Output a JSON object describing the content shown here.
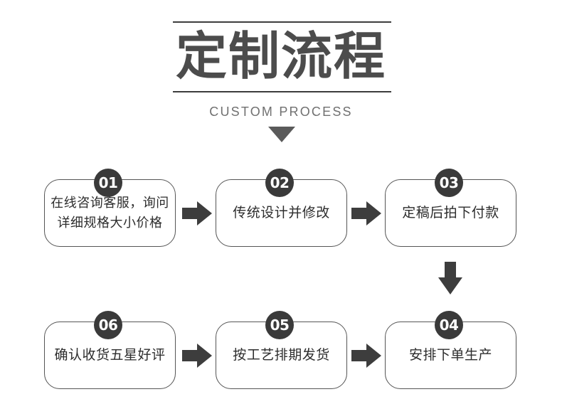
{
  "header": {
    "title": "定制流程",
    "subtitle": "CUSTOM PROCESS",
    "caret_icon": "triangle-down-icon",
    "rule_color": "#3d3d3d",
    "title_color": "#4c4c4c",
    "subtitle_color": "#707070"
  },
  "theme": {
    "background": "#ffffff",
    "box_border": "#555555",
    "badge_background": "#3a3a3a",
    "badge_text": "#ffffff",
    "arrow_color": "#3d3d3d",
    "body_text": "#2d2d2d"
  },
  "flow": {
    "row1": [
      {
        "number": "01",
        "text": "在线咨询客服，询问\n详细规格大小价格",
        "lines": 2
      },
      {
        "number": "02",
        "text": "传统设计并修改",
        "lines": 1
      },
      {
        "number": "03",
        "text": "定稿后拍下付款",
        "lines": 1
      }
    ],
    "row2": [
      {
        "number": "06",
        "text": "确认收货五星好评",
        "lines": 1
      },
      {
        "number": "05",
        "text": "按工艺排期发货",
        "lines": 1
      },
      {
        "number": "04",
        "text": "安排下单生产",
        "lines": 1
      }
    ],
    "connectors": [
      {
        "name": "arrow-right-01-to-02",
        "direction": "right"
      },
      {
        "name": "arrow-right-02-to-03",
        "direction": "right"
      },
      {
        "name": "arrow-down-03-to-04",
        "direction": "down"
      },
      {
        "name": "arrow-right-06-to-05",
        "direction": "right"
      },
      {
        "name": "arrow-right-05-to-04",
        "direction": "right"
      }
    ]
  }
}
